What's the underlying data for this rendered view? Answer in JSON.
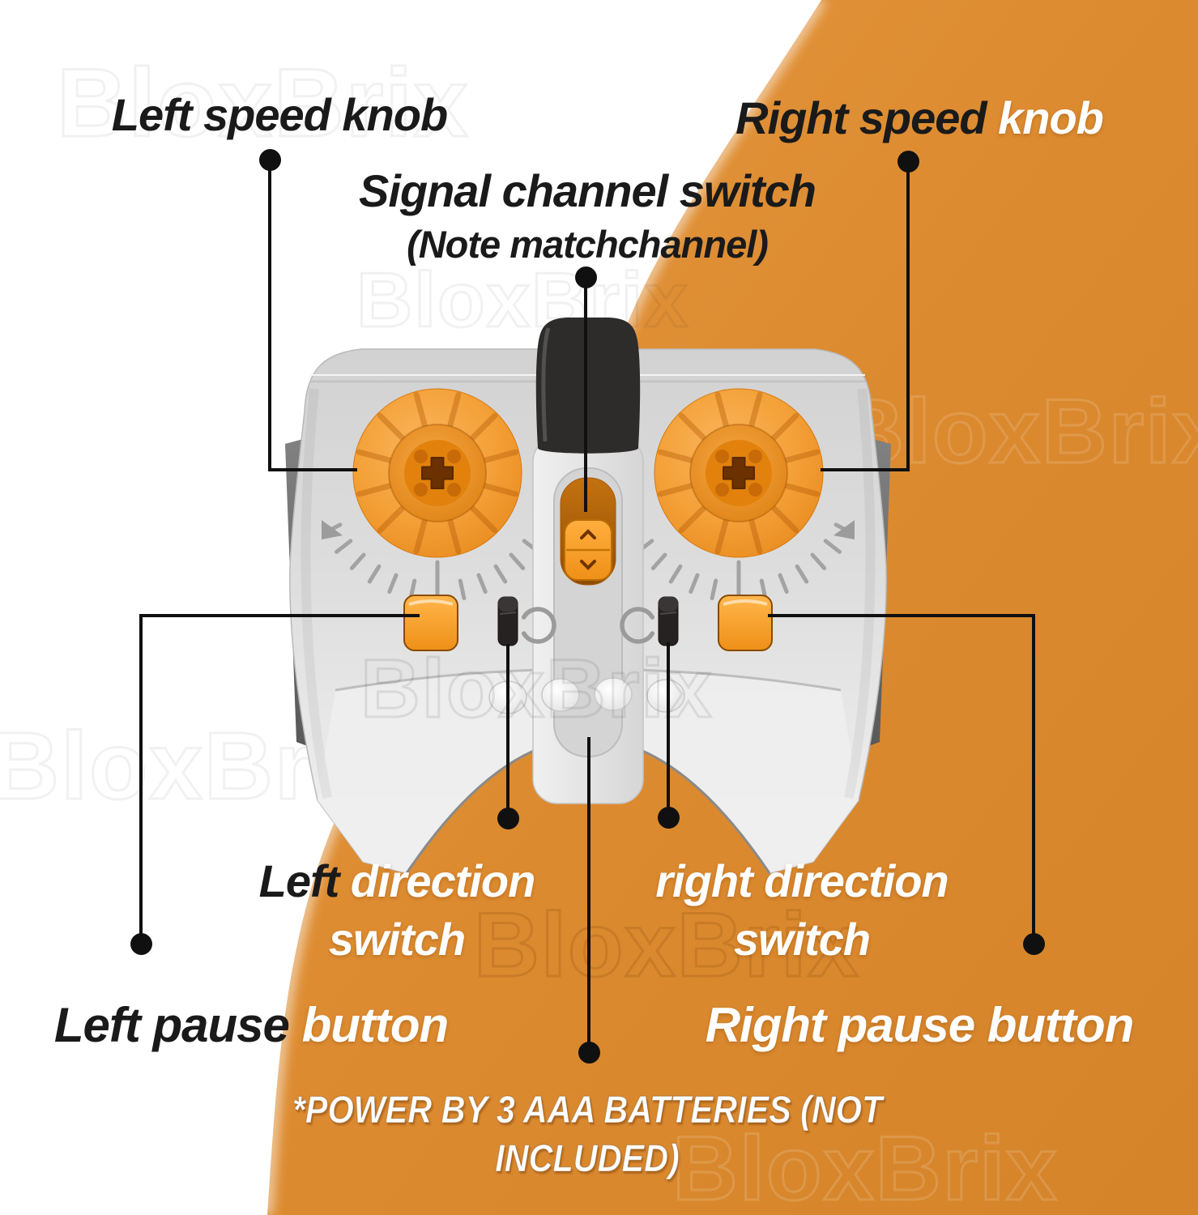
{
  "watermark_text": "BloxBrix",
  "callouts": {
    "left_speed": {
      "text": "Left speed knob"
    },
    "right_speed": {
      "black": "Right speed",
      "white": " knob"
    },
    "signal_channel": {
      "title": "Signal channel switch",
      "note": "(Note matchchannel)"
    },
    "left_direction": {
      "black": "Left",
      "white": " direction",
      "line2": "switch"
    },
    "right_direction": {
      "line1": "right direction",
      "line2": "switch"
    },
    "left_pause": {
      "black": "Left pause",
      "white": " button"
    },
    "right_pause": {
      "text": "Right pause button"
    },
    "battery_note": {
      "text": "*POWER BY 3 AAA BATTERIES (NOT INCLUDED)"
    }
  },
  "colors": {
    "background_orange": "#DC8A2F",
    "knob_orange": "#F09A2E",
    "slider_orange": "#F5A02A",
    "pause_button_orange": "#F49D20",
    "body_gray": "#DCDCDC",
    "side_wing_gray": "#6F6F6F",
    "antenna_black": "#2E2B2B",
    "callout_line_black": "#101010",
    "label_black": "#1A1A1A",
    "label_white": "#FFFFFF"
  }
}
